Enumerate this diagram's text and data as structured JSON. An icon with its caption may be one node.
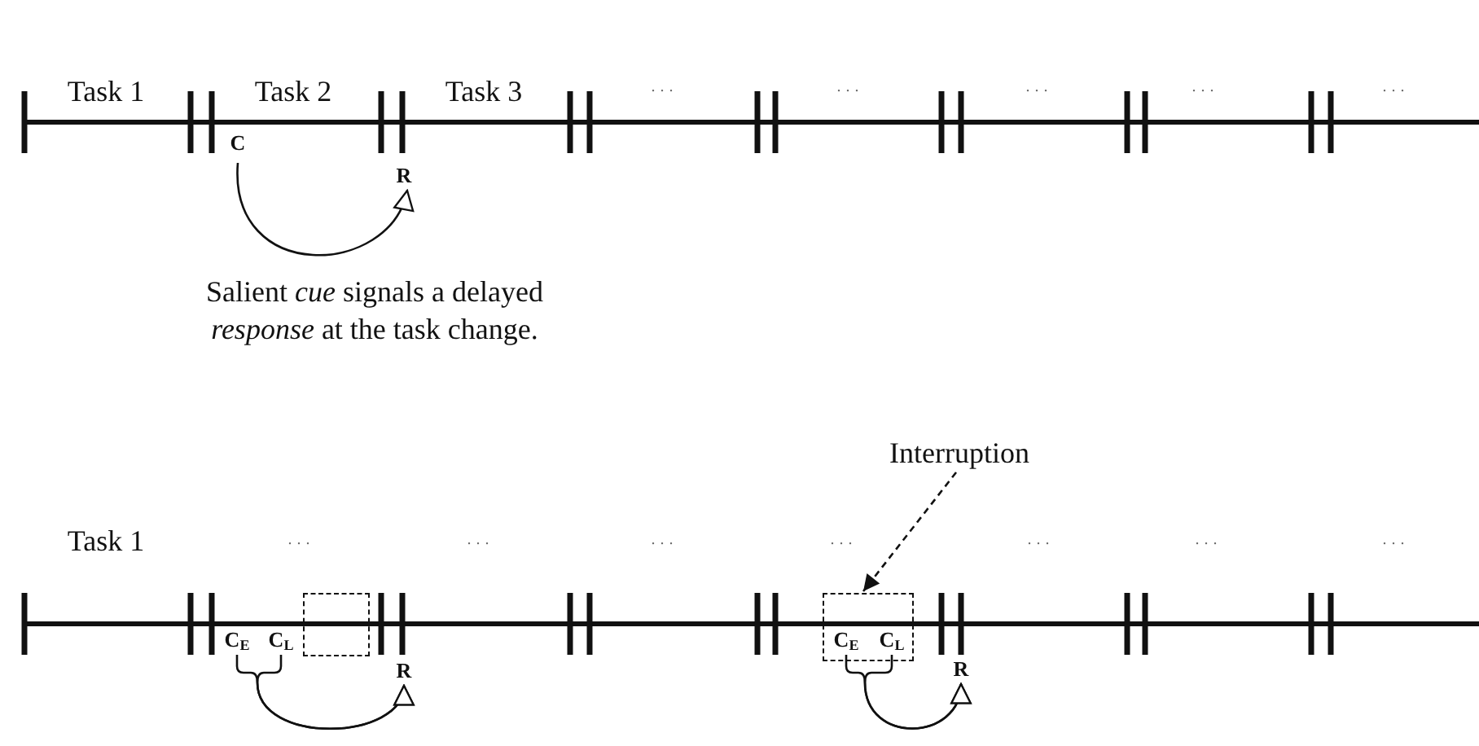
{
  "diagram": {
    "nodes": [
      {
        "text": [
          "C"
        ]
      },
      {
        "text": [
          "R"
        ]
      },
      {
        "text": [
          "C$_{E}$"
        ]
      },
      {
        "text": [
          "C$_{L}$"
        ]
      },
      {
        "text": [],
        "shape": "box"
      },
      {
        "text": [
          "R"
        ]
      },
      {
        "text": [
          "Interruption"
        ]
      },
      {
        "text": [],
        "shape": "box"
      },
      {
        "text": [
          "C$_{E}$"
        ],
        "in": 7
      },
      {
        "text": [
          "C$_{L}$"
        ],
        "in": 7
      },
      {
        "text": [
          "R"
        ]
      }
    ],
    "edges": [
      {
        "from": 0,
        "to": 1,
        "arrow": "to"
      },
      {
        "from": 2,
        "to": 5,
        "arrow": "to"
      },
      {
        "from": 3,
        "to": 5,
        "arrow": "to"
      },
      {
        "from": 6,
        "to": 7,
        "arrow": "to",
        "style": "dashed"
      },
      {
        "from": 8,
        "to": 10,
        "arrow": "to"
      },
      {
        "from": 9,
        "to": 10,
        "arrow": "to"
      }
    ],
    "labels": [
      "Task 1",
      "Task 2",
      "Task 3",
      "...",
      "...",
      "...",
      "...",
      "...",
      "Salient *cue* signals a delayed *response* at the task change.",
      "Task 1",
      "...",
      "...",
      "...",
      "...",
      "...",
      "...",
      "..."
    ]
  }
}
